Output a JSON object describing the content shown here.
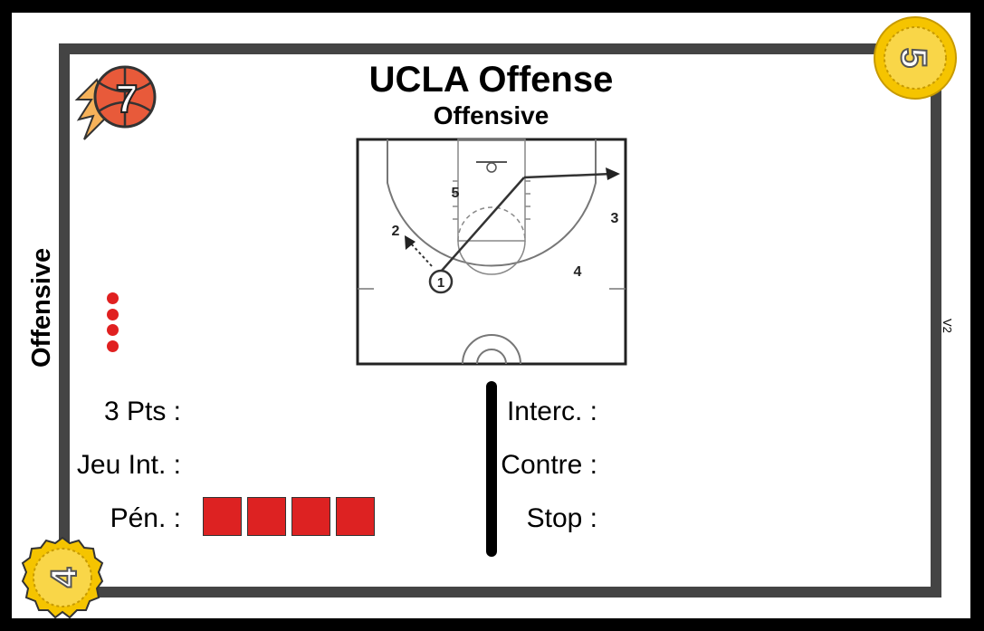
{
  "card": {
    "title": "UCLA Offense",
    "subtitle": "Offensive",
    "side_label": "Offensive",
    "version": "V2"
  },
  "badges": {
    "ball_value": "7",
    "coin_top_value": "5",
    "coin_bottom_value": "4"
  },
  "diagram": {
    "players": [
      "1",
      "2",
      "3",
      "4",
      "5"
    ]
  },
  "red_dots_count": 4,
  "stats": {
    "three_pts": "3 Pts :",
    "jeu_int": "Jeu Int. :",
    "pen": "Pén. :",
    "pen_boxes_count": 4,
    "interc": "Interc. :",
    "contre": "Contre :",
    "stop": "Stop :"
  },
  "colors": {
    "frame": "#444444",
    "accent_red": "#dd2222",
    "coin_gold": "#f5c400",
    "ball_orange": "#e85a3a"
  }
}
